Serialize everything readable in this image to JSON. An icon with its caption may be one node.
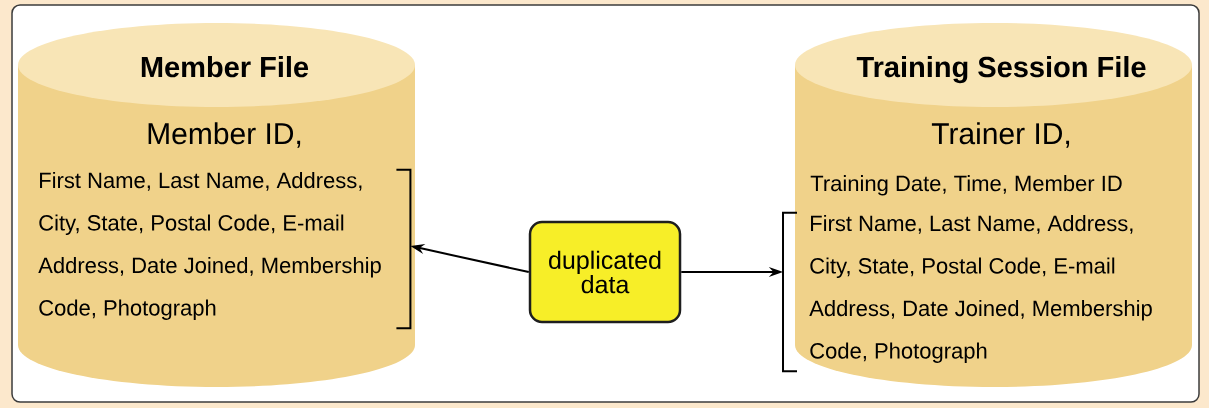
{
  "diagram": {
    "nodes": [
      {
        "text": [
          "Member File",
          "Member ID,"
        ]
      },
      {
        "text": [
          "First Name, Last Name, Address, City, State, Postal Code, E-mail Address, Date Joined, Membership Code, Photograph"
        ],
        "in": 0
      },
      {
        "text": [
          "Training Session File",
          "Trainer ID,",
          "Training Date, Time, Member ID"
        ]
      },
      {
        "text": [
          "First Name, Last Name, Address, City, State, Postal Code, E-mail Address, Date Joined, Membership Code, Photograph"
        ],
        "in": 2
      },
      {
        "text": [
          "duplicated data"
        ]
      }
    ],
    "edges": [
      {
        "from": 4,
        "to": 1,
        "arrow": "to"
      },
      {
        "from": 4,
        "to": 3,
        "arrow": "to"
      }
    ]
  }
}
